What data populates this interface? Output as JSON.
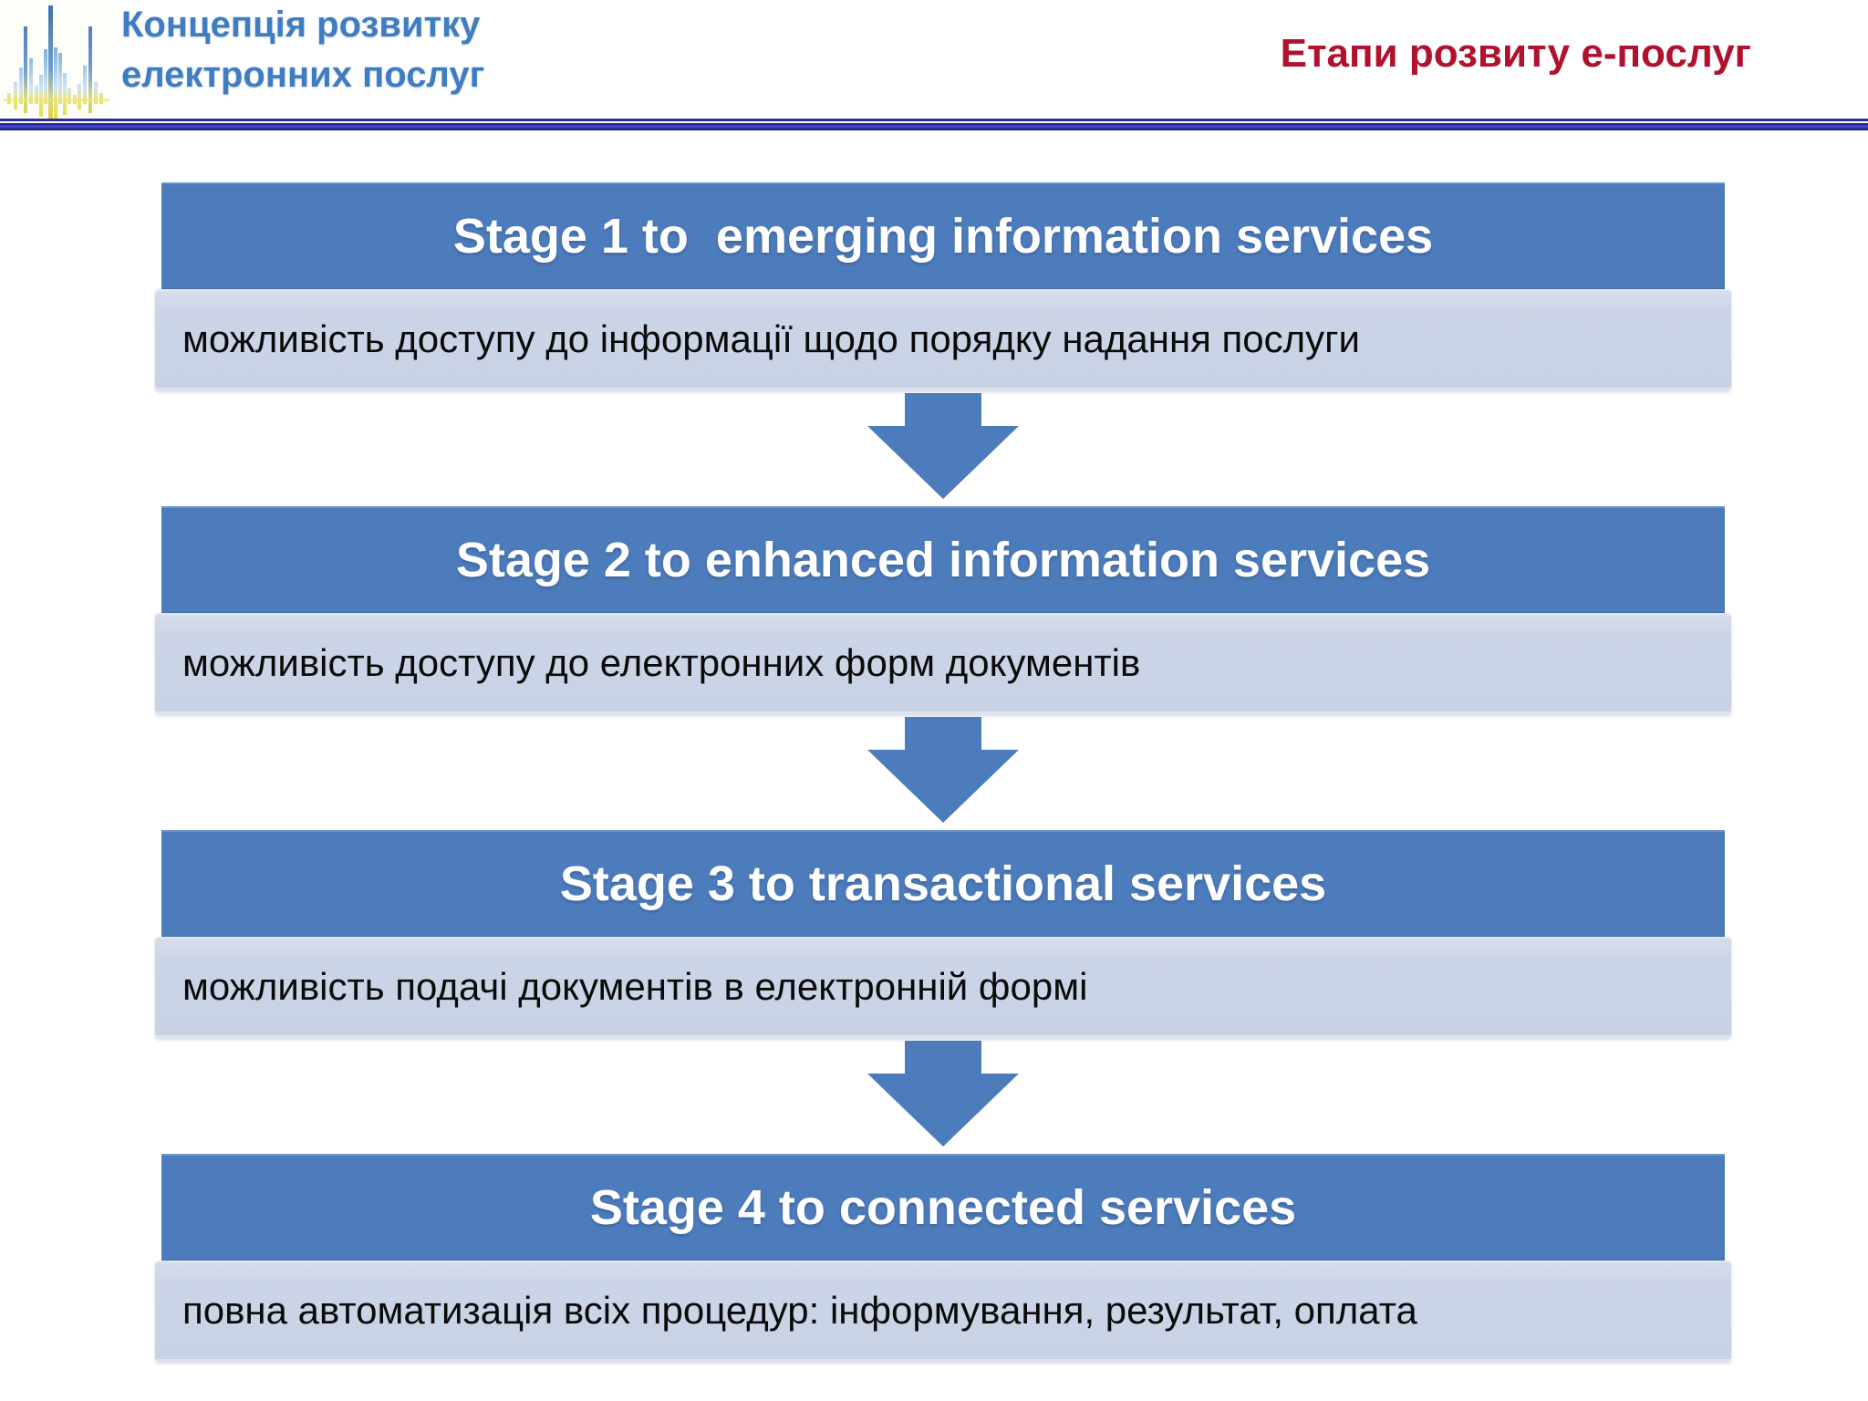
{
  "slide": {
    "header": {
      "title_left_line1": "Концепція розвитку",
      "title_left_line2": "електронних послуг",
      "title_right": "Етапи розвиту е-послуг",
      "title_left_color": "#3f7dc3",
      "title_right_color": "#b0122e",
      "divider_color": "#2a2a9a",
      "logo_icon": "equalizer-trident-logo",
      "logo_colors": {
        "blue": "#4c88c4",
        "light_blue": "#a8cfe8",
        "yellow": "#e8dc30"
      }
    },
    "stages": [
      {
        "title": "Stage 1 to  emerging information services",
        "description": "можливість доступу до інформації щодо порядку надання послуги"
      },
      {
        "title": "Stage 2 to enhanced information services",
        "description": "можливість доступу до електронних форм документів"
      },
      {
        "title": "Stage 3 to transactional services",
        "description": "можливість подачі документів в електронній формі"
      },
      {
        "title": "Stage 4 to connected services",
        "description": "повна автоматизація всіх процедур: інформування, результат, оплата"
      }
    ],
    "colors": {
      "stage_header_bg": "#4d7cbd",
      "stage_header_text": "#ffffff",
      "stage_desc_bg": "#cbd4e6",
      "stage_desc_text": "#0a0a0a",
      "arrow": "#4d7cbd",
      "background": "#ffffff"
    }
  }
}
